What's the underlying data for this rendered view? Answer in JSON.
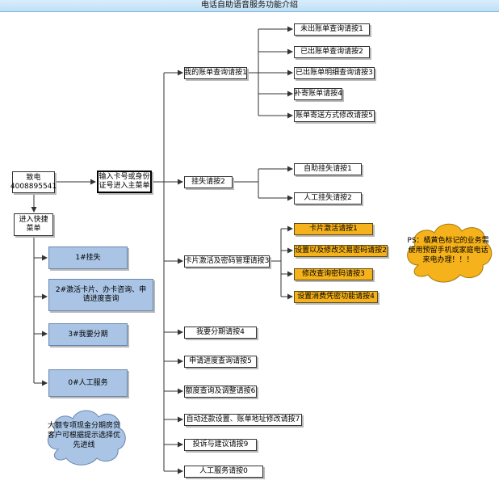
{
  "title": "电话自助语音服务功能介绍",
  "start": {
    "line1": "致电",
    "line2": "4008895541"
  },
  "main_menu": {
    "line1": "输入卡号或身份",
    "line2": "证号进入主菜单"
  },
  "quick_menu": {
    "line1": "进入快捷",
    "line2": "菜单"
  },
  "quick_options": [
    "1#挂失",
    "2#激活卡片、办卡咨询、申请进度查询",
    "3#我要分期",
    "0#人工服务"
  ],
  "menu_items": [
    "我的账单查询请按1",
    "挂失请按2",
    "卡片激活及密码管理请按3",
    "我要分期请按4",
    "申请进度查询请按5",
    "额度查询及调整请按6",
    "自动还款设置、账单地址修改请按7",
    "投诉与建议请按9",
    "人工服务请按0"
  ],
  "bill_sub": [
    "未出账单查询请按1",
    "已出账单查询请按2",
    "已出账单明细查询请按3",
    "补寄账单请按4",
    "账单寄送方式修改请按5"
  ],
  "loss_sub": [
    "自助挂失请按1",
    "人工挂失请按2"
  ],
  "card_sub": [
    "卡片激活请按1",
    "设置以及修改交易密码请按2",
    "修改查询密码请按3",
    "设置消费凭密功能请按4"
  ],
  "note_ps": {
    "line1": "PS：橘黄色标记的业务需",
    "line2": "使用预留手机或家庭电话",
    "line3": "来电办理！！！"
  },
  "note_loan": {
    "line1": "大额专项现金分期房贷",
    "line2": "客户可根据提示选择优",
    "line3": "先进线"
  },
  "colors": {
    "highlight": "#f5b21a",
    "quick": "#a9c4e4",
    "cloud": "#f5b21a",
    "cloud_blue": "#a9c4e4"
  }
}
